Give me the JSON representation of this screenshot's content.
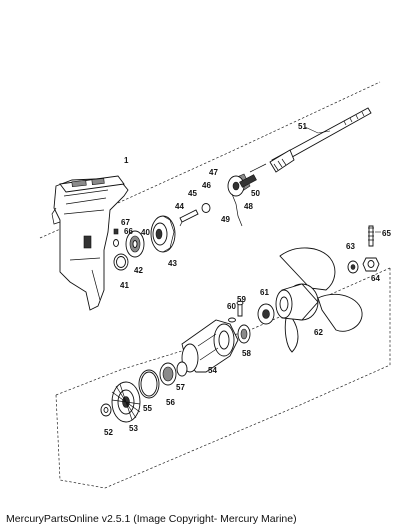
{
  "footer": {
    "caption": "MercuryPartsOnline v2.5.1 (Image Copyright- Mercury Marine)"
  },
  "callouts": [
    "1",
    "40",
    "41",
    "42",
    "43",
    "44",
    "45",
    "46",
    "47",
    "48",
    "49",
    "50",
    "51",
    "52",
    "53",
    "54",
    "55",
    "56",
    "57",
    "58",
    "59",
    "60",
    "61",
    "62",
    "63",
    "64",
    "65",
    "66",
    "67"
  ]
}
